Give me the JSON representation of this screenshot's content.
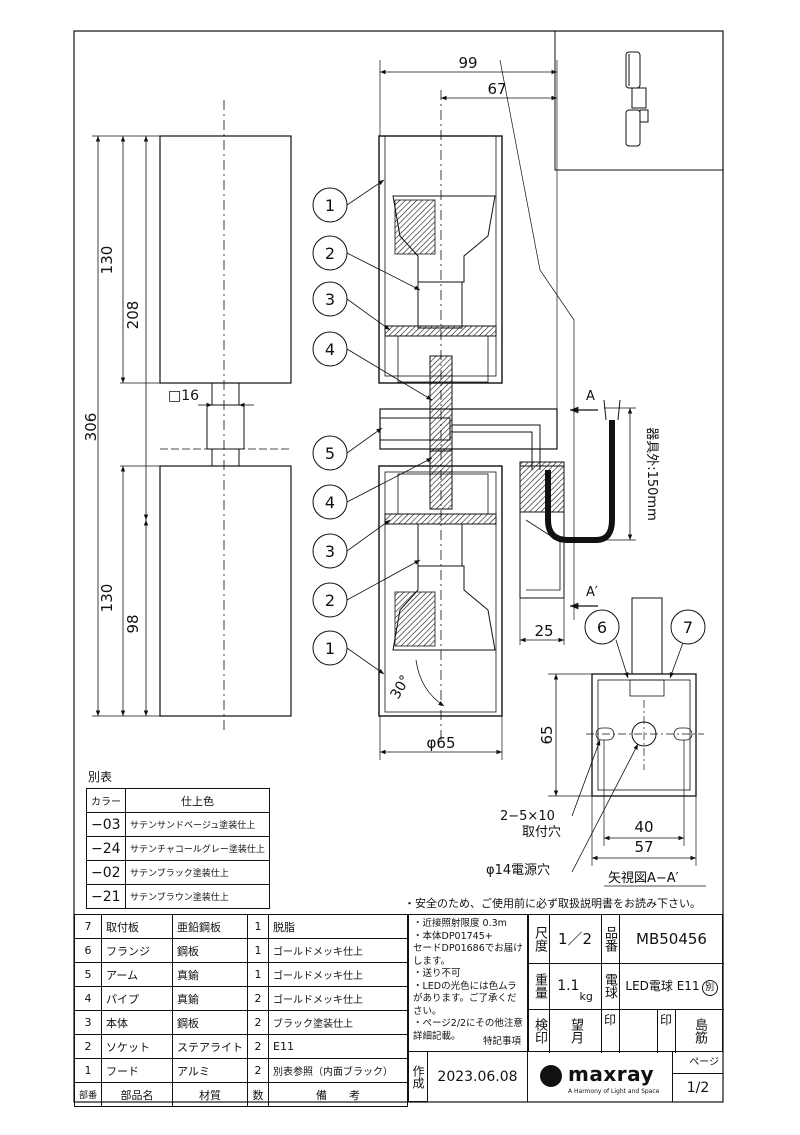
{
  "drawing": {
    "dims": {
      "d99": "99",
      "d67": "67",
      "d306": "306",
      "d208": "208",
      "d130_top": "130",
      "d130_bot": "130",
      "d98": "98",
      "sq16": "□16",
      "phi65": "φ65",
      "d25": "25",
      "d65": "65",
      "d40": "40",
      "d57": "57",
      "angle30": "30°",
      "cord": "器具外:150mm",
      "arrow_a": "A",
      "arrow_a2": "A′"
    },
    "balloons_left": [
      "1",
      "2",
      "3",
      "4",
      "5",
      "4",
      "3",
      "2",
      "1"
    ],
    "balloons_right": [
      "6",
      "7"
    ],
    "view_label": "矢視図A−A′",
    "hole_label": "2−5×10",
    "hole_sub": "取付穴",
    "power_hole": "φ14電源穴"
  },
  "betsu": {
    "title": "別表",
    "headers": [
      "カラー",
      "仕上色"
    ],
    "rows": [
      [
        "−03",
        "サテンサンドベージュ塗装仕上"
      ],
      [
        "−24",
        "サテンチャコールグレー塗装仕上"
      ],
      [
        "−02",
        "サテンブラック塗装仕上"
      ],
      [
        "−21",
        "サテンブラウン塗装仕上"
      ]
    ]
  },
  "safety_note": "・安全のため、ご使用前に必ず取扱説明書をお読み下さい。",
  "parts": {
    "headers": [
      "部番",
      "部品名",
      "材質",
      "数",
      "備　　考"
    ],
    "rows": [
      [
        "7",
        "取付板",
        "亜鉛鋼板",
        "1",
        "脱脂"
      ],
      [
        "6",
        "フランジ",
        "鋼板",
        "1",
        "ゴールドメッキ仕上"
      ],
      [
        "5",
        "アーム",
        "真鍮",
        "1",
        "ゴールドメッキ仕上"
      ],
      [
        "4",
        "パイプ",
        "真鍮",
        "2",
        "ゴールドメッキ仕上"
      ],
      [
        "3",
        "本体",
        "鋼板",
        "2",
        "ブラック塗装仕上"
      ],
      [
        "2",
        "ソケット",
        "ステアライト",
        "2",
        "E11"
      ],
      [
        "1",
        "フード",
        "アルミ",
        "2",
        "別表参照（内面ブラック）"
      ]
    ]
  },
  "notes": {
    "lines": [
      "・近接照射限度 0.3m",
      "・本体DP01745+",
      "セードDP01686でお届け",
      "します。",
      "・送り不可",
      "・LEDの光色には色ムラがあります。ご了承ください。",
      "・ページ2/2にその他注意詳細記載。"
    ],
    "caption": "特記事項"
  },
  "title_block": {
    "scale_label": "尺度",
    "scale_value": "1／2",
    "item_label": "品番",
    "item_value": "MB50456",
    "weight_label": "重量",
    "weight_value": "1.1",
    "weight_unit": "kg",
    "bulb_label": "電球",
    "bulb_value": "LED電球 E11",
    "bulb_note": "別",
    "inspect_label": "検印",
    "month_label": "望月",
    "stamp1": "印",
    "stamp2": "印",
    "author": "島筋",
    "made_label": "作成",
    "date": "2023.06.08",
    "logo_text": "maxray",
    "logo_sub": "A Harmony of Light and Space",
    "page_label": "ページ",
    "page_value": "1/2"
  }
}
